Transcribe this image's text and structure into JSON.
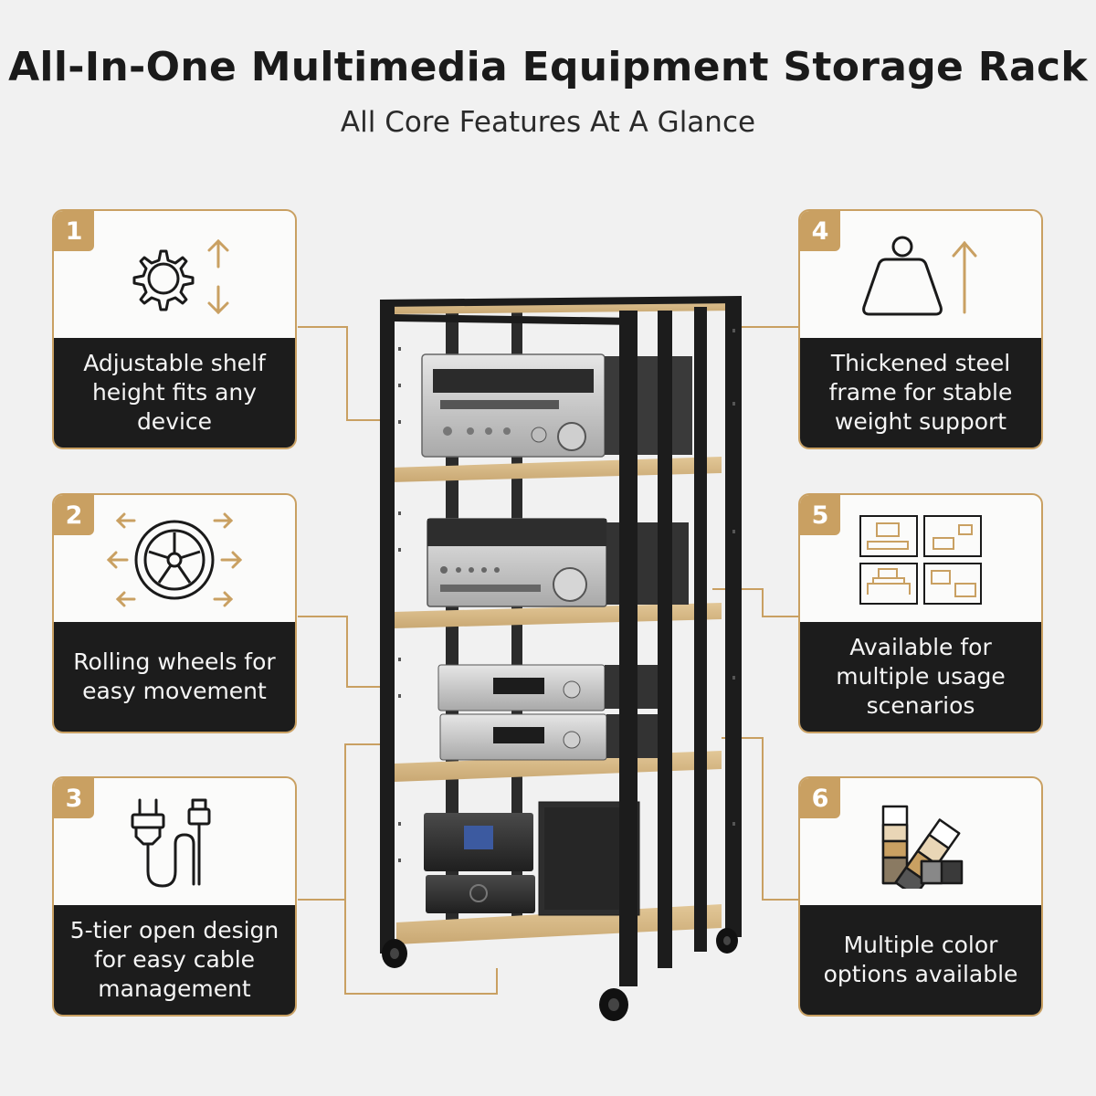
{
  "header": {
    "title": "All-In-One Multimedia Equipment Storage Rack",
    "subtitle": "All Core Features At A Glance"
  },
  "features": [
    {
      "number": "1",
      "caption": "Adjustable shelf height fits any device",
      "icon": "gear-adjust-icon"
    },
    {
      "number": "2",
      "caption": "Rolling wheels for easy movement",
      "icon": "wheel-icon"
    },
    {
      "number": "3",
      "caption": "5-tier open design for easy cable management",
      "icon": "cable-plug-icon"
    },
    {
      "number": "4",
      "caption": "Thickened steel frame for stable weight support",
      "icon": "weight-icon"
    },
    {
      "number": "5",
      "caption": "Available for multiple usage scenarios",
      "icon": "room-scenes-icon"
    },
    {
      "number": "6",
      "caption": "Multiple color options available",
      "icon": "color-swatch-icon"
    }
  ],
  "colors": {
    "accent": "#c9a062",
    "frame": "#1c1c1c",
    "shelf": "#d8bc8c",
    "background": "#f1f1f1"
  }
}
